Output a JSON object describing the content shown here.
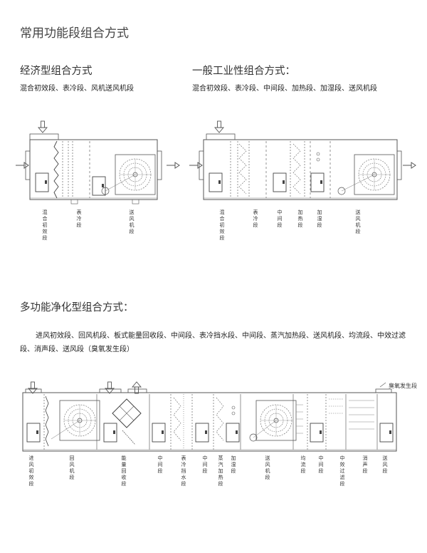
{
  "page_title": "常用功能段组合方式",
  "sections": {
    "economy": {
      "title": "经济型组合方式",
      "desc": "混合初效段、表冷段、风机送风机段",
      "labels": [
        "混合初效段",
        "表冷段",
        "送风机段"
      ]
    },
    "industrial": {
      "title": "一般工业性组合方式：",
      "desc": "混合初效段、表冷段、中间段、加热段、加湿段、送风机段",
      "labels": [
        "混合初效段",
        "表冷段",
        "中间段",
        "加热段",
        "加湿段",
        "送风机段"
      ]
    },
    "purification": {
      "title": "多功能净化型组合方式：",
      "desc": "进风初效段、回风机段、板式能量回收段、中间段、表冷挡水段、中间段、蒸汽加热段、送风机段、均流段、中效过滤段、消声段、送风段（臭氧发生段）",
      "ozone_label": "臭氧发生段",
      "labels": [
        "进风初效段",
        "回风机段",
        "能量回收段",
        "中间段",
        "表冷挡水段",
        "中间段",
        "蒸汽加热段",
        "加湿段",
        "送风机段",
        "均流段",
        "中间段",
        "中效过滤段",
        "消声段",
        "送风段"
      ]
    }
  },
  "colors": {
    "line": "#555555",
    "text": "#333333"
  }
}
